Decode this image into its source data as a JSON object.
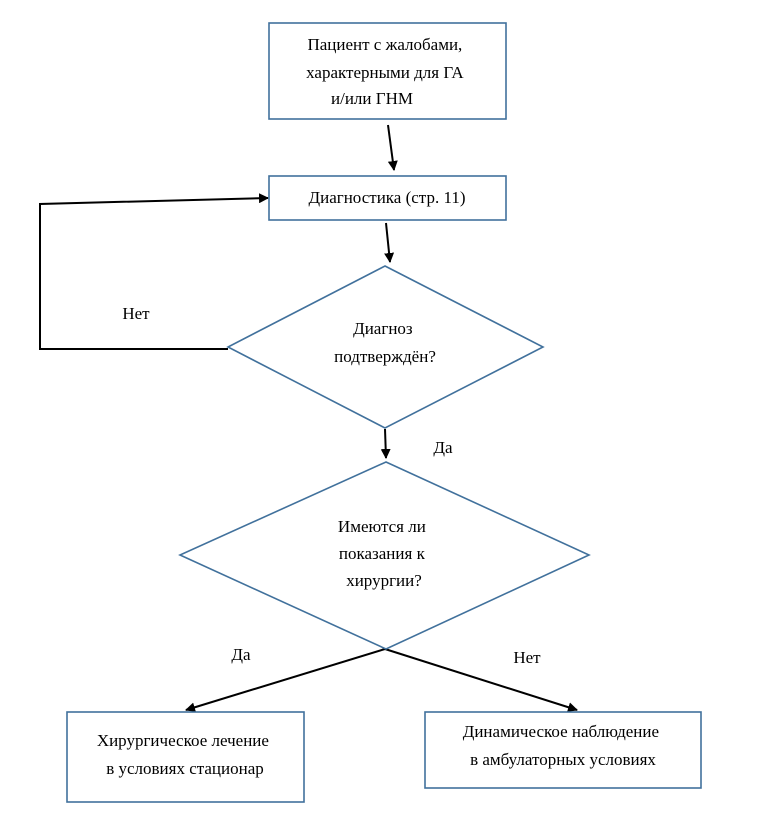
{
  "colors": {
    "shape_stroke": "#41719c",
    "arrow": "#000000",
    "background": "#ffffff"
  },
  "nodes": {
    "patient": {
      "lines": [
        "Пациент с жалобами,",
        "характерными для ГА",
        "и/или ГНМ"
      ]
    },
    "diagnostics": {
      "lines": [
        "Диагностика (стр. 11)"
      ]
    },
    "confirmed": {
      "lines": [
        "Диагноз",
        "подтверждён?"
      ]
    },
    "surgery_indicated": {
      "lines": [
        "Имеются ли",
        "показания к",
        "хирургии?"
      ]
    },
    "surgical_treatment": {
      "lines": [
        "Хирургическое лечение",
        "в условиях стационар"
      ]
    },
    "observation": {
      "lines": [
        "Динамическое наблюдение",
        "в амбулаторных условиях"
      ]
    }
  },
  "edges": {
    "confirmed_no": "Нет",
    "confirmed_yes": "Да",
    "surgery_yes": "Да",
    "surgery_no": "Нет"
  }
}
